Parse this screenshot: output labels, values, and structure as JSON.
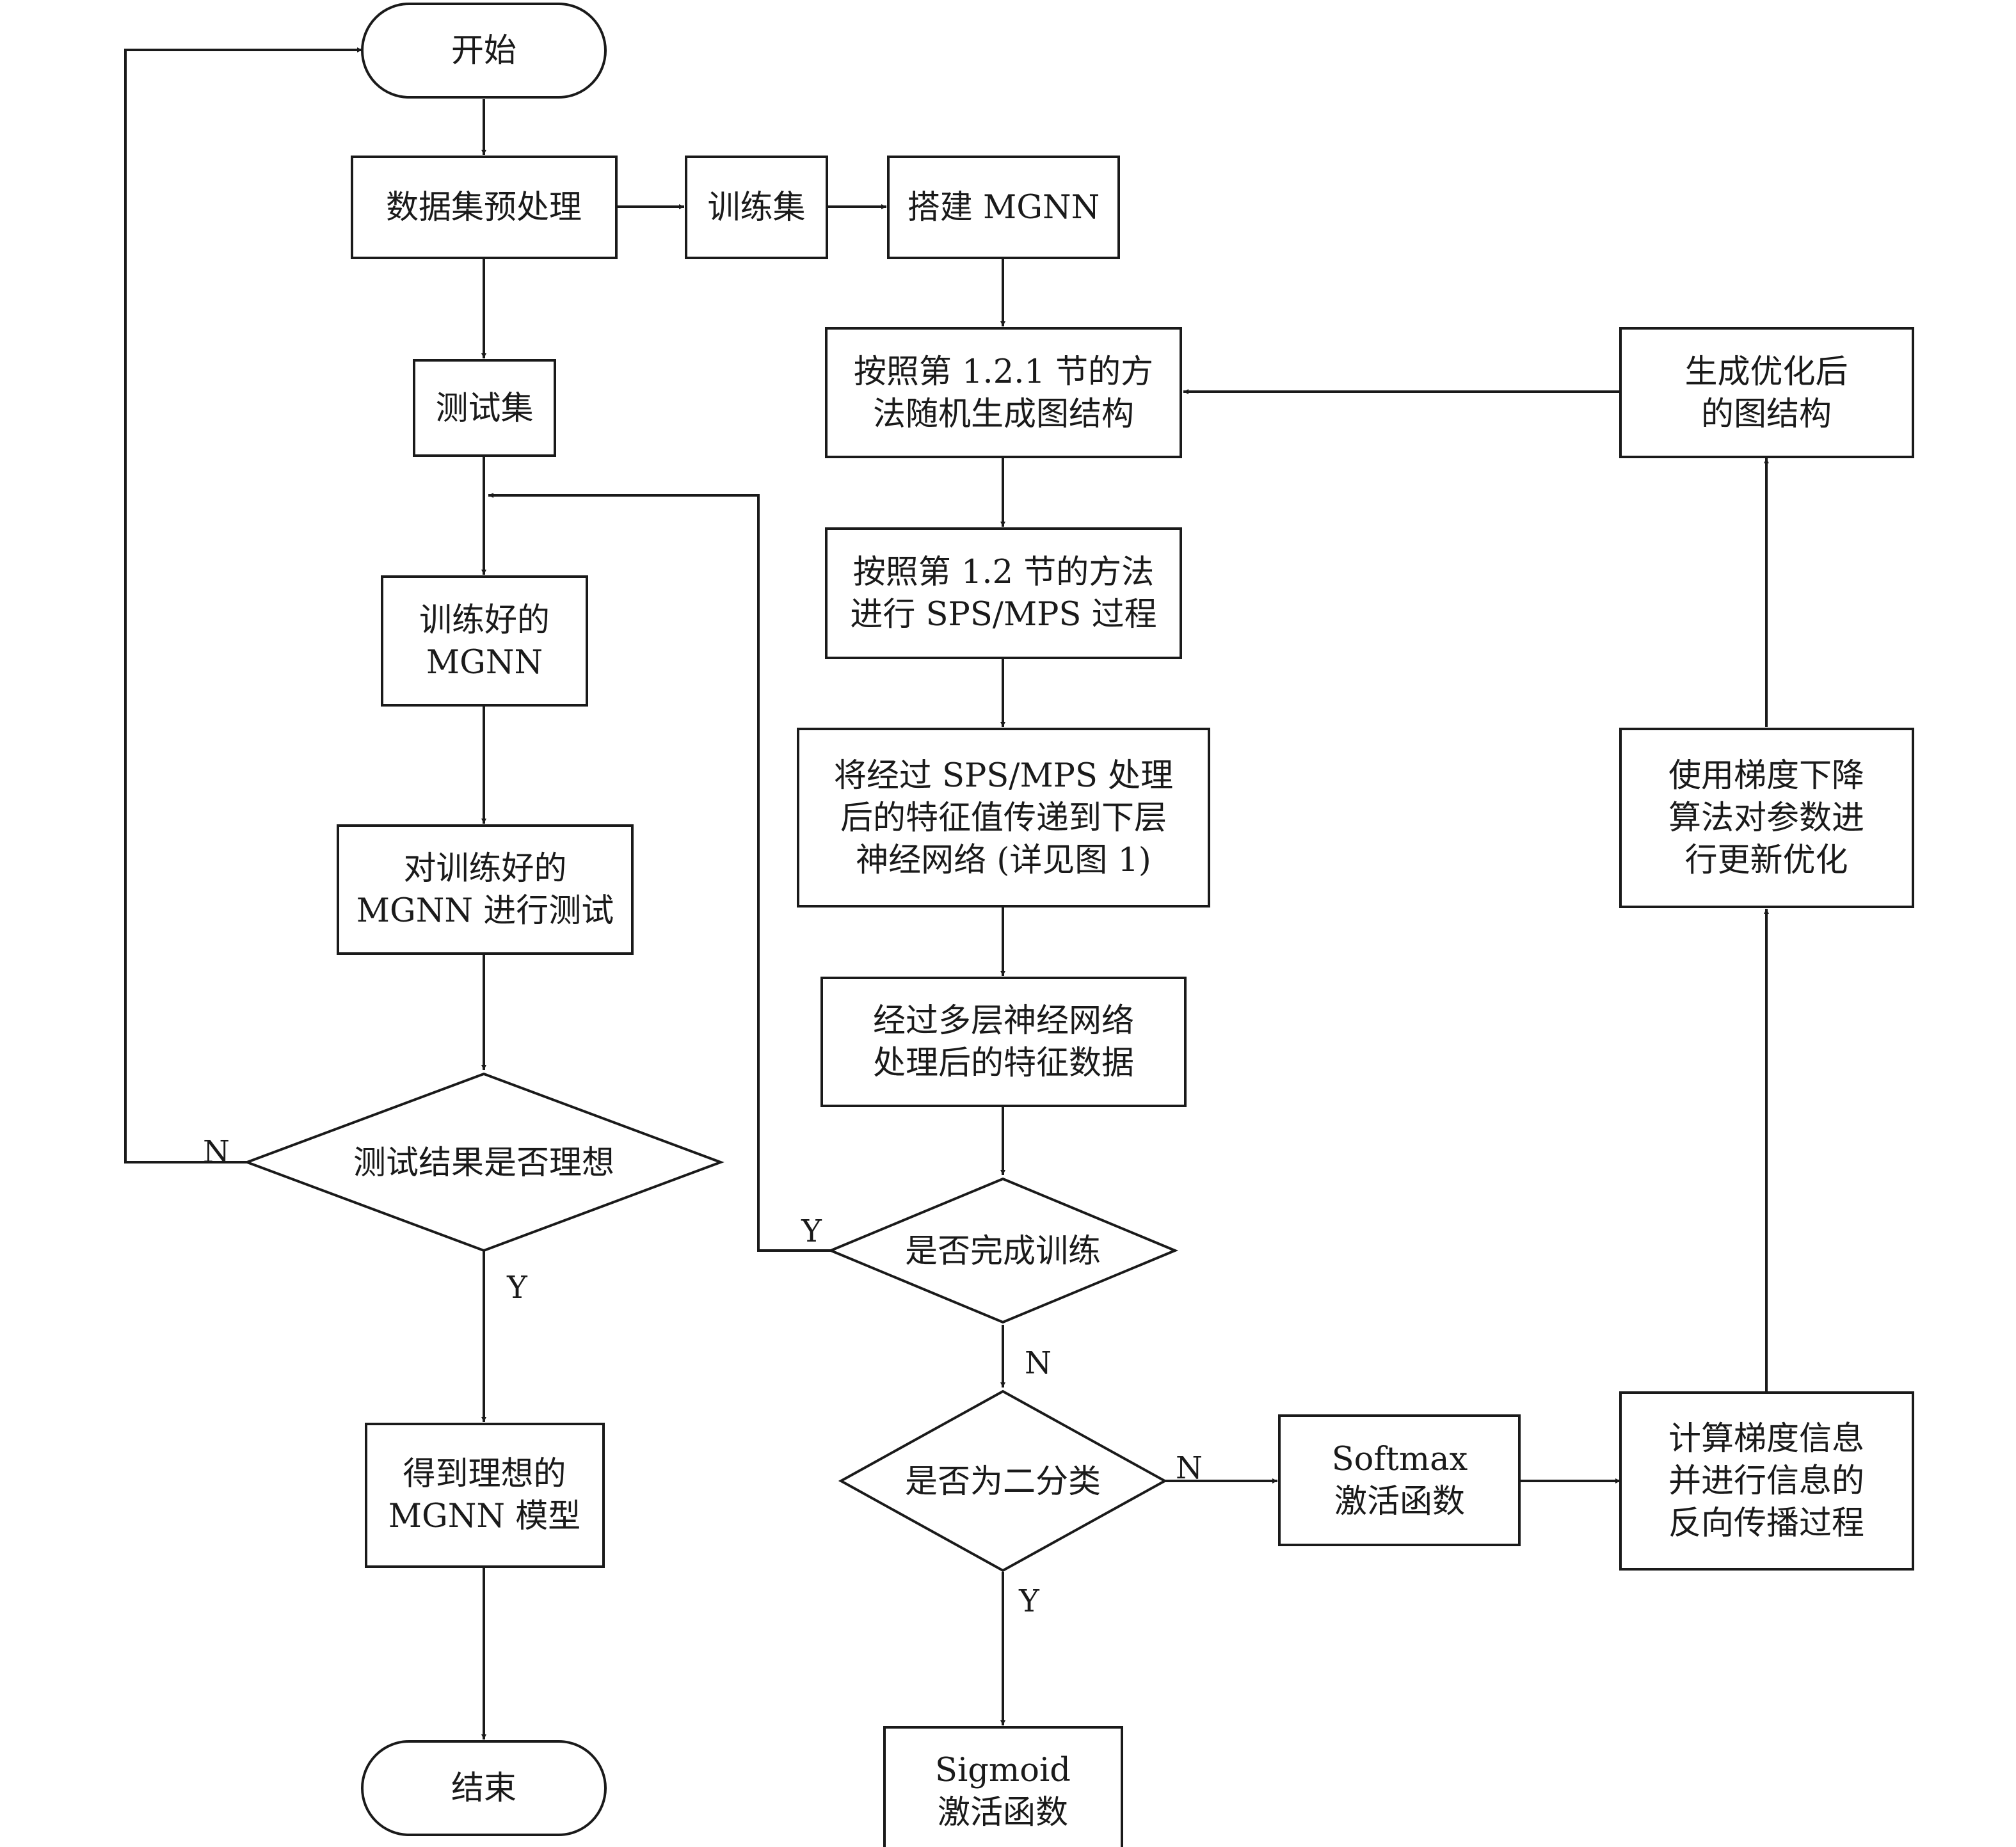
{
  "nodes": {
    "start": [
      "开始"
    ],
    "preprocess": [
      "数据集预处理"
    ],
    "trainset": [
      "训练集"
    ],
    "build": [
      "搭建 MGNN"
    ],
    "testset": [
      "测试集"
    ],
    "gen_graph": [
      "按照第 1.2.1 节的方",
      "法随机生成图结构"
    ],
    "optimized_graph": [
      "生成优化后",
      "的图结构"
    ],
    "sps_mps": [
      "按照第 1.2 节的方法",
      "进行 SPS/MPS 过程"
    ],
    "trained": [
      "训练好的",
      "MGNN"
    ],
    "pass_features": [
      "将经过 SPS/MPS 处理",
      "后的特征值传递到下层",
      "神经网络 (详见图 1)"
    ],
    "gradient_descent": [
      "使用梯度下降",
      "算法对参数进",
      "行更新优化"
    ],
    "test": [
      "对训练好的",
      "MGNN 进行测试"
    ],
    "features": [
      "经过多层神经网络",
      "处理后的特征数据"
    ],
    "ideal_q": [
      "测试结果是否理想"
    ],
    "train_done_q": [
      "是否完成训练"
    ],
    "binary_q": [
      "是否为二分类"
    ],
    "softmax": [
      "Softmax",
      "激活函数"
    ],
    "backprop": [
      "计算梯度信息",
      "并进行信息的",
      "反向传播过程"
    ],
    "ideal_model": [
      "得到理想的",
      "MGNN 模型"
    ],
    "sigmoid": [
      "Sigmoid",
      "激活函数"
    ],
    "end": [
      "结束"
    ]
  },
  "edge_labels": {
    "ideal_no": "N",
    "ideal_yes": "Y",
    "train_yes": "Y",
    "train_no": "N",
    "binary_no": "N",
    "binary_yes": "Y"
  }
}
